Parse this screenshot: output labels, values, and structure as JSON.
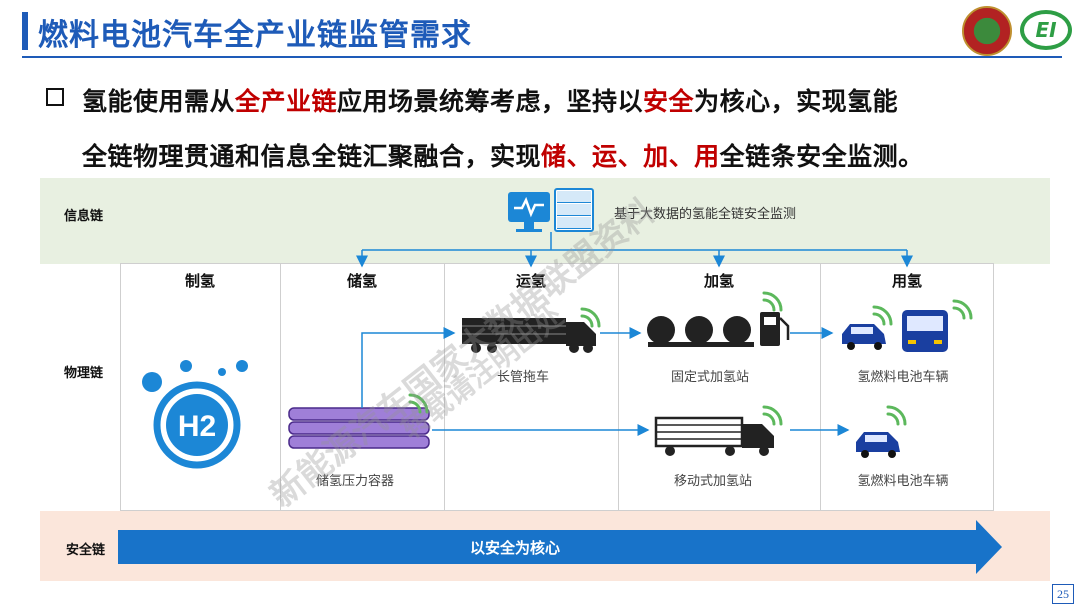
{
  "header": {
    "title": "燃料电池汽车全产业链监管需求",
    "logos": [
      "emblem-logo",
      "ei-logo"
    ]
  },
  "bullet": {
    "line1": {
      "p1": "氢能使用需从",
      "p2": "全产业链",
      "p3": "应用场景统筹考虑，坚持以",
      "p4": "安全",
      "p5": "为核心，实现氢能"
    },
    "line2": {
      "p1": "全链物理贯通和信息全链汇聚融合，实现",
      "p2": "储",
      "p3": "、",
      "p4": "运",
      "p5": "、",
      "p6": "加",
      "p7": "、",
      "p8": "用",
      "p9": "全链条安全监测。"
    }
  },
  "diagram": {
    "info_chain_label": "信息链",
    "info_platform_text": "基于大数据的氢能全链安全监测",
    "physical_chain_label": "物理链",
    "safety_chain_label": "安全链",
    "safety_arrow_text": "以安全为核心",
    "columns": [
      "制氢",
      "储氢",
      "运氢",
      "加氢",
      "用氢"
    ],
    "h2_label": "H2",
    "captions": {
      "storage": "储氢压力容器",
      "tube_trailer": "长管拖车",
      "fixed_station": "固定式加氢站",
      "vehicles_top": "氢燃料电池车辆",
      "mobile_station": "移动式加氢站",
      "vehicles_bottom": "氢燃料电池车辆"
    }
  },
  "watermark": {
    "line1": "新能源汽车国家大数据联盟资料",
    "line2": "转载请注明出处"
  },
  "page_number": "25",
  "colors": {
    "title_blue": "#1e5bb8",
    "highlight_red": "#c00000",
    "info_band": "#e8f0e1",
    "safety_band": "#fbe6db",
    "arrow_blue": "#1873c9",
    "icon_blue": "#1c87d6",
    "signal_green": "#5cb85c"
  }
}
